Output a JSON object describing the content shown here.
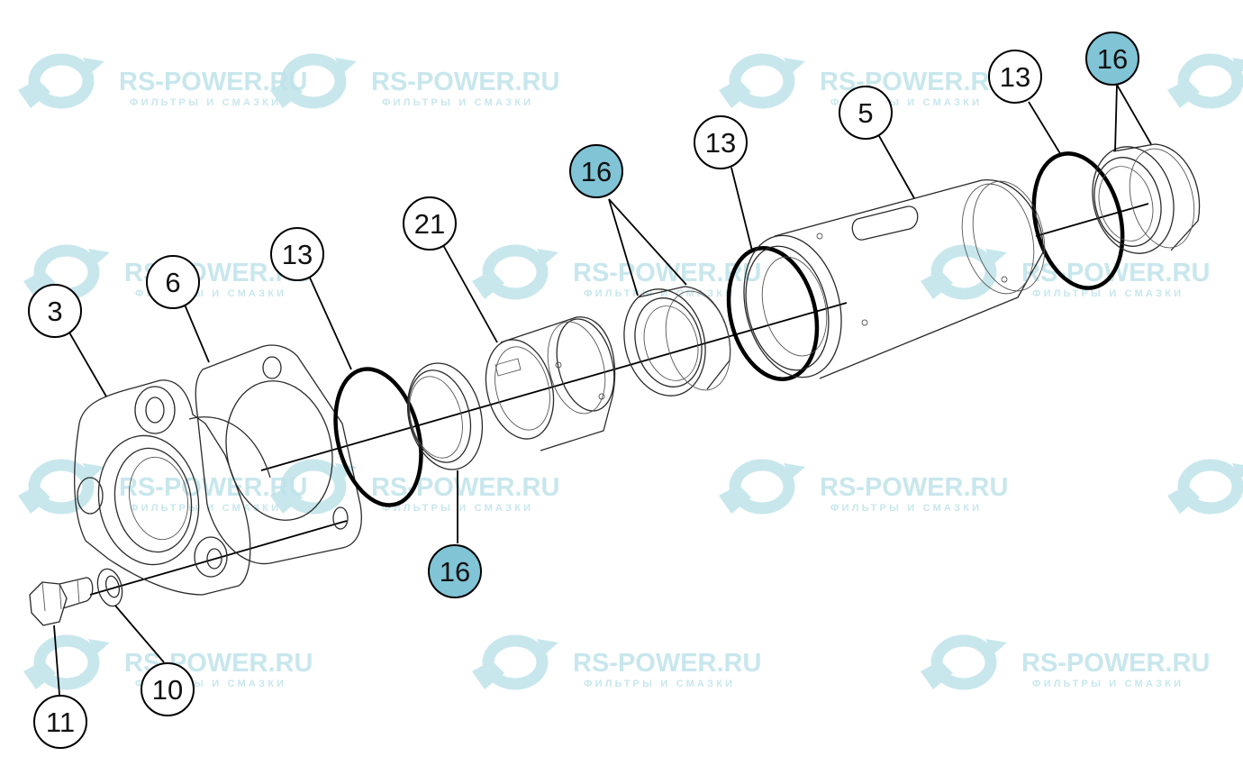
{
  "watermark": {
    "title": "RS-POWER.RU",
    "subtitle": "ФИЛЬТРЫ И СМАЗКИ"
  },
  "colors": {
    "callout_highlight": "#80c4d6",
    "callout_plain": "#ffffff",
    "watermark": "#bfe3ea",
    "line": "#000000"
  },
  "callouts": [
    {
      "id": "c3",
      "label": "3",
      "highlight": false
    },
    {
      "id": "c6",
      "label": "6",
      "highlight": false
    },
    {
      "id": "c13-a",
      "label": "13",
      "highlight": false
    },
    {
      "id": "c21",
      "label": "21",
      "highlight": false
    },
    {
      "id": "c16-top",
      "label": "16",
      "highlight": true
    },
    {
      "id": "c13-b",
      "label": "13",
      "highlight": false
    },
    {
      "id": "c5",
      "label": "5",
      "highlight": false
    },
    {
      "id": "c13-c",
      "label": "13",
      "highlight": false
    },
    {
      "id": "c16-right",
      "label": "16",
      "highlight": true
    },
    {
      "id": "c16-bottom",
      "label": "16",
      "highlight": true
    },
    {
      "id": "c10",
      "label": "10",
      "highlight": false
    },
    {
      "id": "c11",
      "label": "11",
      "highlight": false
    }
  ]
}
